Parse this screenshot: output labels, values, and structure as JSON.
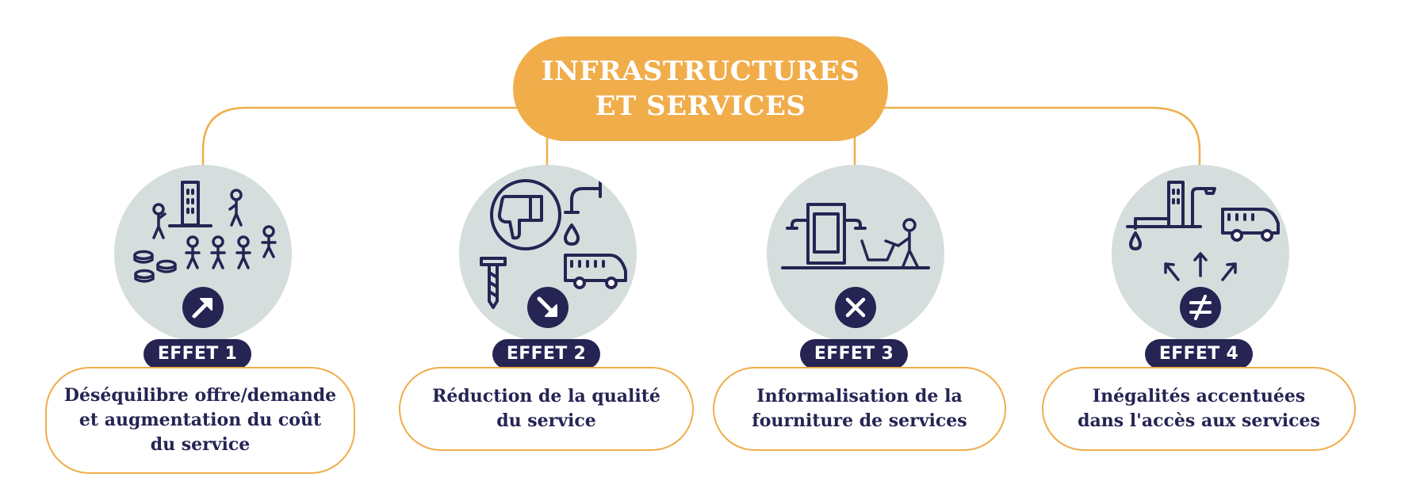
{
  "title": {
    "line1": "INFRASTRUCTURES",
    "line2": "ET SERVICES"
  },
  "colors": {
    "accent": "#f0ad4a",
    "navy": "#262453",
    "circle": "#d5dedd"
  },
  "effects": [
    {
      "badge": "EFFET 1",
      "lines": [
        "Déséquilibre offre/demande",
        "et augmentation du coût",
        "du service"
      ],
      "indicator_icon": "arrow-up-right-icon"
    },
    {
      "badge": "EFFET 2",
      "lines": [
        "Réduction de la qualité",
        "du service"
      ],
      "indicator_icon": "arrow-down-right-icon"
    },
    {
      "badge": "EFFET 3",
      "lines": [
        "Informalisation de la",
        "fourniture de services"
      ],
      "indicator_icon": "close-x-icon"
    },
    {
      "badge": "EFFET 4",
      "lines": [
        "Inégalités accentuées",
        "dans l'accès aux services"
      ],
      "indicator_icon": "not-equal-icon"
    }
  ]
}
